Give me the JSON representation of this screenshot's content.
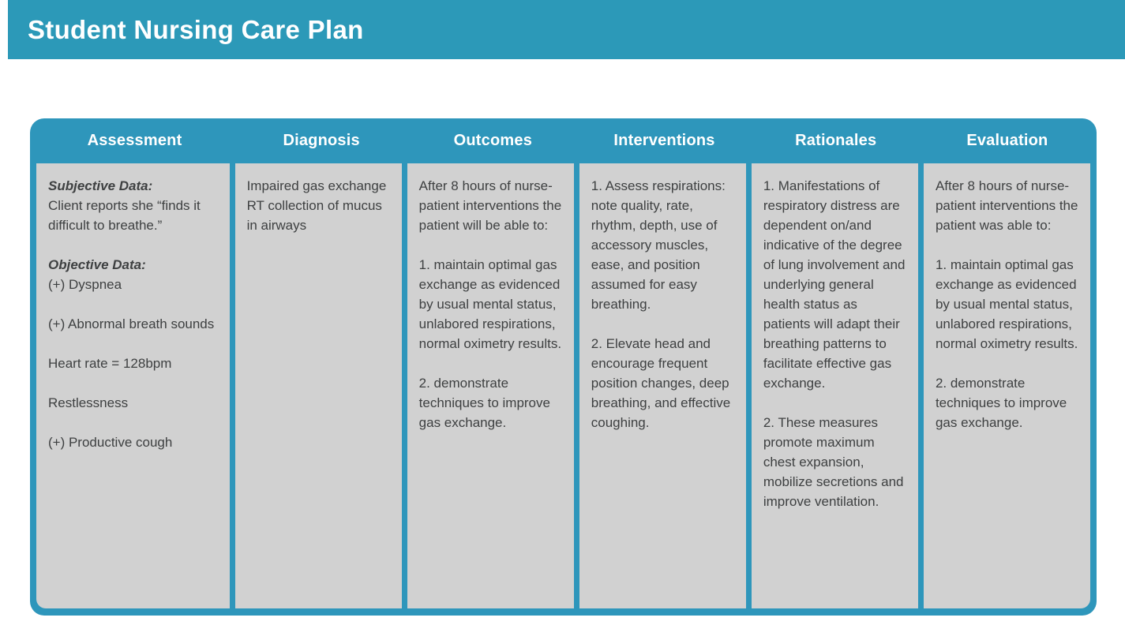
{
  "page": {
    "title": "Student Nursing Care Plan"
  },
  "colors": {
    "teal": "#2C99B8",
    "teal_border": "#2E96BB",
    "cell_bg": "#D1D1D1",
    "text": "#3E4041",
    "header_text": "#FFFFFF"
  },
  "table": {
    "columns": [
      {
        "header": "Assessment",
        "paragraphs": [
          {
            "label": "Subjective Data:",
            "text": "Client reports she “finds it difficult to breathe.”"
          },
          {
            "label": "Objective Data:",
            "text": "(+) Dyspnea"
          },
          {
            "text": "(+) Abnormal breath sounds"
          },
          {
            "text": "Heart rate = 128bpm"
          },
          {
            "text": "Restlessness"
          },
          {
            "text": "(+) Productive cough"
          }
        ]
      },
      {
        "header": "Diagnosis",
        "paragraphs": [
          {
            "text": "Impaired gas exchange RT collection of mucus in airways"
          }
        ]
      },
      {
        "header": "Outcomes",
        "paragraphs": [
          {
            "text": "After 8 hours of nurse-patient interventions the patient will be able to:"
          },
          {
            "text": "1. maintain optimal gas exchange as evidenced by usual mental status, unlabored respirations, normal oximetry results."
          },
          {
            "text": "2. demonstrate techniques to improve gas exchange."
          }
        ]
      },
      {
        "header": "Interventions",
        "paragraphs": [
          {
            "text": "1. Assess respirations: note quality, rate, rhythm, depth, use of accessory muscles, ease, and position assumed for easy breathing."
          },
          {
            "text": "2. Elevate head and encourage frequent position changes, deep breathing, and effective coughing."
          }
        ]
      },
      {
        "header": "Rationales",
        "paragraphs": [
          {
            "text": "1. Manifestations of respiratory distress are dependent on/and indicative of the degree of lung involvement and underlying general health status as patients will adapt their breathing patterns to facilitate effective gas exchange."
          },
          {
            "text": "2. These measures promote maximum chest expansion, mobilize secretions and improve ventilation."
          }
        ]
      },
      {
        "header": "Evaluation",
        "paragraphs": [
          {
            "text": "After 8 hours of nurse-patient interventions the patient was able to:"
          },
          {
            "text": "1. maintain optimal gas exchange as evidenced by usual mental status, unlabored respirations, normal oximetry results."
          },
          {
            "text": "2. demonstrate techniques to improve gas exchange."
          }
        ]
      }
    ]
  }
}
